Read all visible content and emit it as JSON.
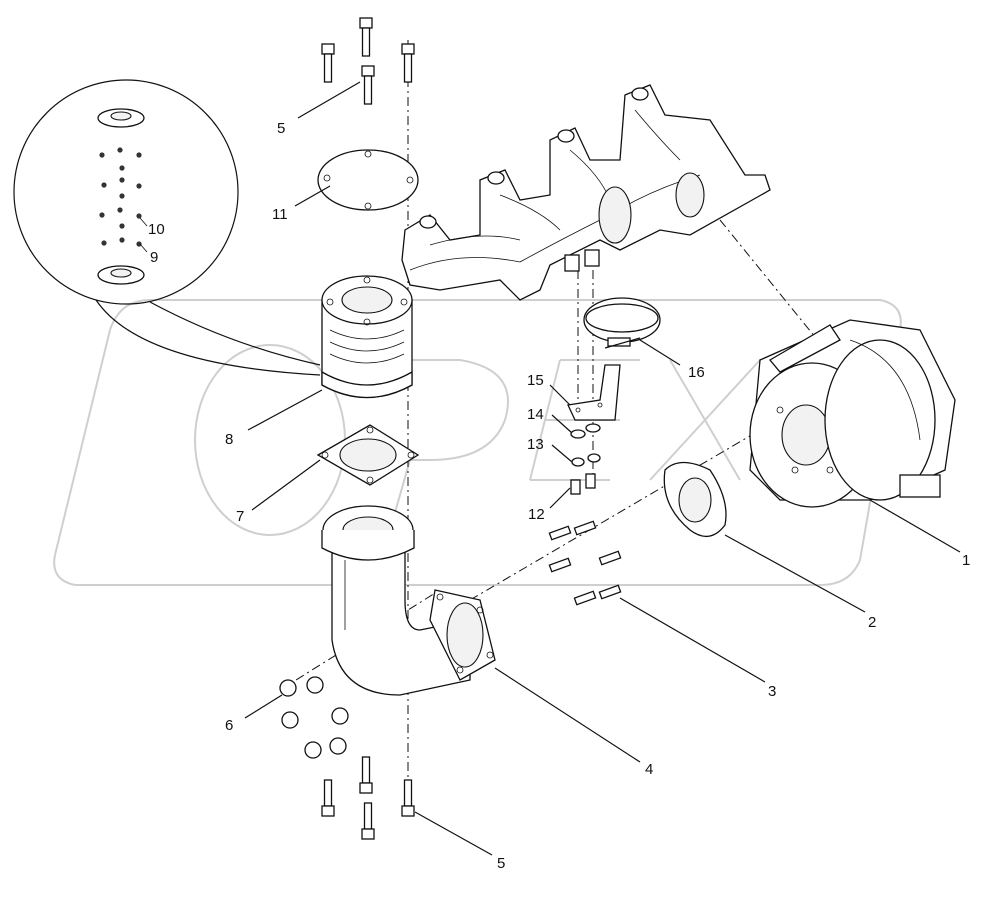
{
  "diagram": {
    "callouts": [
      {
        "id": "c1",
        "label": "1"
      },
      {
        "id": "c2",
        "label": "2"
      },
      {
        "id": "c3",
        "label": "3"
      },
      {
        "id": "c4",
        "label": "4"
      },
      {
        "id": "c5a",
        "label": "5"
      },
      {
        "id": "c5b",
        "label": "5"
      },
      {
        "id": "c6",
        "label": "6"
      },
      {
        "id": "c7",
        "label": "7"
      },
      {
        "id": "c8",
        "label": "8"
      },
      {
        "id": "c9",
        "label": "9"
      },
      {
        "id": "c10",
        "label": "10"
      },
      {
        "id": "c11",
        "label": "11"
      },
      {
        "id": "c12",
        "label": "12"
      },
      {
        "id": "c13",
        "label": "13"
      },
      {
        "id": "c14",
        "label": "14"
      },
      {
        "id": "c15",
        "label": "15"
      },
      {
        "id": "c16",
        "label": "16"
      }
    ],
    "watermark": "OPEX"
  }
}
